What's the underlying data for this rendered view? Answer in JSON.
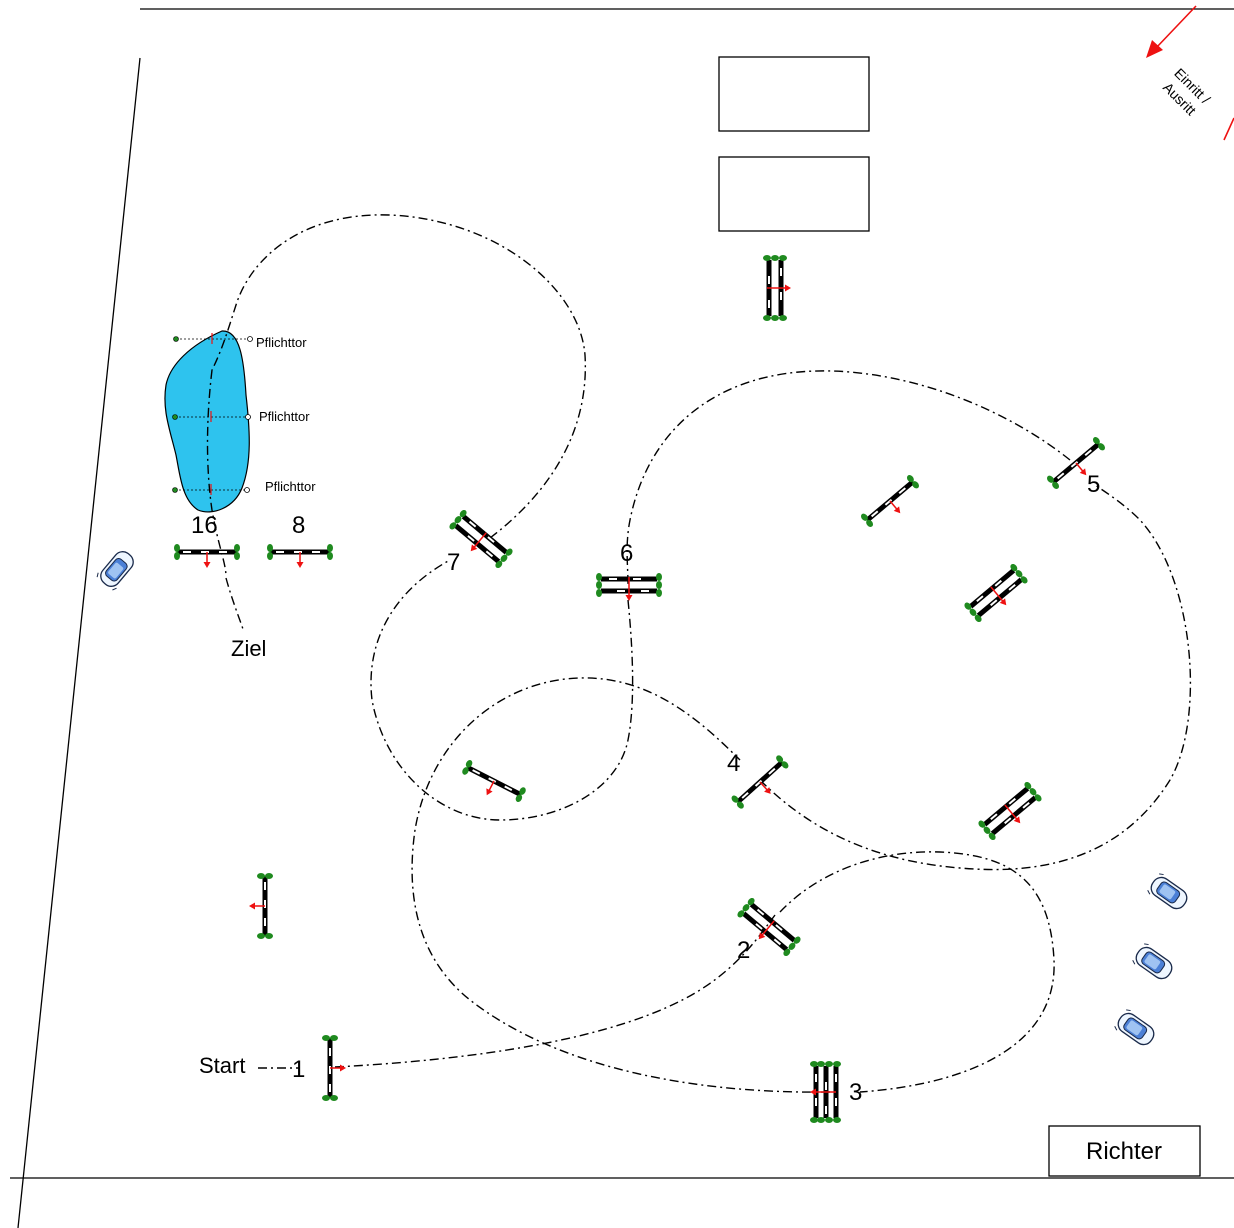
{
  "labels": {
    "start": "Start",
    "finish": "Ziel",
    "judge": "Richter",
    "entry_line1": "Einritt /",
    "entry_line2": "Ausritt",
    "mandatory_gate": "Pflichttor"
  },
  "obstacle_numbers": [
    "1",
    "2",
    "3",
    "4",
    "5",
    "6",
    "7",
    "8",
    "16"
  ],
  "colors": {
    "pond": "#2ec3ee",
    "bush": "#1f8a1f",
    "arrow": "#ee1111",
    "car_body": "#4a7fd6",
    "line": "#000000"
  },
  "icons": [
    "car-icon",
    "pond-icon",
    "bush-icon",
    "direction-arrow-icon"
  ]
}
